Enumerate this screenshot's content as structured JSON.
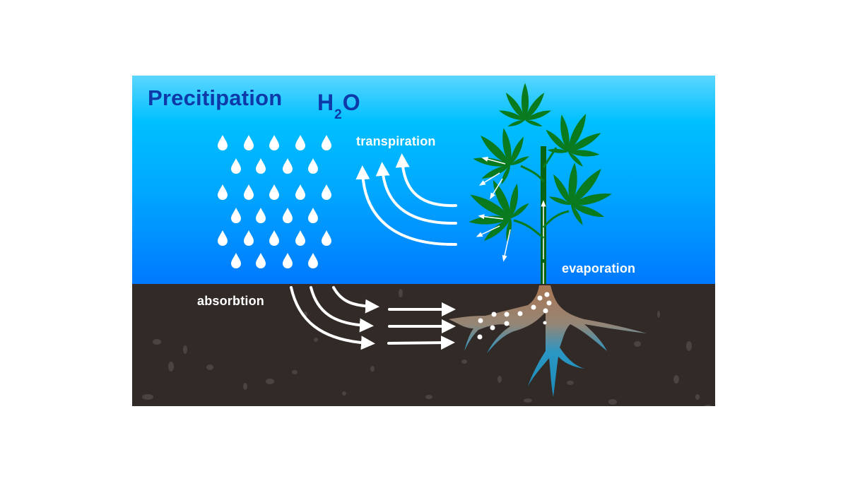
{
  "diagram": {
    "title": "Precitipation",
    "formula": {
      "element_1": "H",
      "subscript": "2",
      "element_2": "O"
    },
    "labels": {
      "transpiration": "transpiration",
      "evaporation": "evaporation",
      "absorbtion": "absorbtion"
    },
    "regions": {
      "sky": "sky-gradient",
      "soil": "soil"
    },
    "rain": {
      "icon": "raindrop-icon",
      "rows": [
        5,
        4,
        5,
        4,
        5,
        4
      ]
    },
    "arrows": {
      "transpiration_count": 3,
      "absorbtion_curved_count": 3,
      "absorbtion_straight_count": 3
    },
    "colors": {
      "sky_top": "#5ad6ff",
      "sky_bottom": "#0079ff",
      "soil": "#322a27",
      "title": "#0d3aa8",
      "leaf": "#0a7a1e",
      "leaf_dark": "#066314",
      "root_top": "#b07a55",
      "root_bottom": "#1a9fd0",
      "label": "#ffffff"
    }
  }
}
